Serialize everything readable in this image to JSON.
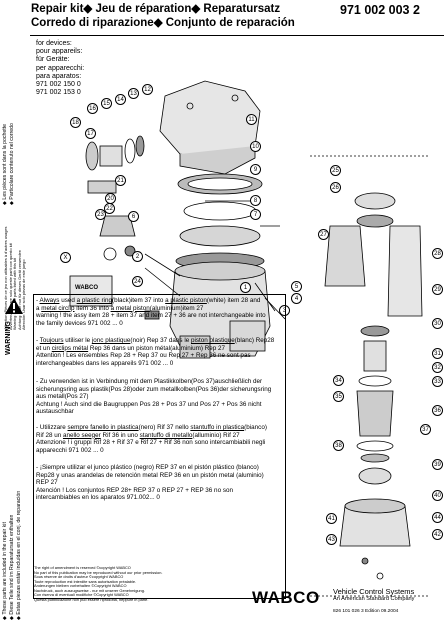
{
  "header": {
    "line1_left": "Repair kit",
    "line1_mid": "Jeu de réparation",
    "line1_right": "Reparatursatz",
    "line2_left": "Corredo di riparazione",
    "line2_right": "Conjunto de reparación",
    "diamond": "◆",
    "part_number": "971 002 003 2"
  },
  "devices": {
    "lines": [
      "for devices:",
      "pour appareils:",
      "für Geräte:",
      "per apparecchi:",
      "para aparatos:"
    ],
    "numbers": [
      "971 002 150 0",
      "971 002 153 0"
    ]
  },
  "side_top": [
    "◆ Les pièces sont dans la pochette",
    "◆ Particolare contenuto nel corredo"
  ],
  "side_bottom": [
    "◆ These parts are included in the repair kit",
    "◆ Diese Teile sind im Reparatursatz enthalten",
    "◆ Estas piezas están incluídas en el conj. de reparación"
  ],
  "side_mid": [
    "Attention: Pièces de ce jeu non utilisables à d'autres usages",
    "Avvertenza: Usare solo queste parti con questo kit",
    "Warning: Only use parts listed with this kit",
    "Achtung: Teile nur für dieses Gerät verwenden",
    "Atención: Usar solo piezas de este juego"
  ],
  "warning_label": "WARNING",
  "grease_label": "WABCO",
  "callouts": [
    "1",
    "2",
    "3",
    "4",
    "5",
    "6",
    "7",
    "8",
    "9",
    "10",
    "11",
    "12",
    "13",
    "14",
    "15",
    "16",
    "17",
    "18",
    "19",
    "20",
    "21",
    "22",
    "23",
    "24",
    "25",
    "26",
    "27",
    "28",
    "29",
    "30",
    "31",
    "32",
    "33",
    "34",
    "35",
    "36",
    "37",
    "38",
    "39",
    "40",
    "41",
    "42",
    "43",
    "44",
    "X"
  ],
  "notes": {
    "en": {
      "p1a": "- ",
      "u1": "Always",
      "p1b": " used ",
      "u2": "a plastic ring",
      "p1c": "(black)item 37 into ",
      "u3": "a plastic piston",
      "p1d": "(white) item 28 and",
      "p2a": "a ",
      "u4": "metal circlip",
      "p2b": " item 36 into ",
      "u5": "a metal piston",
      "p2c": "(aluminium)item 27",
      "p3": "warning ! the assy item 28 + item 37 and item 27 + 36 are not interchangeable into",
      "p4": "the family devices 971 002 ... 0"
    },
    "fr": {
      "p1a": "- ",
      "u1": "Toujours",
      "p1b": " utiliser le ",
      "u2": "jonc plastique",
      "p1c": "(noir) Rep 37 dans le ",
      "u3": "piston plastique",
      "p1d": "(blanc) Rep28",
      "p2a": "et un ",
      "u4": "circlips métal",
      "p2b": " Rep 36 dans un piston métal(aluminium) Rep 27",
      "p3": "Attention ! Les ensembles Rep 28 + Rep 37 ou Rep 27 + Rep 36 ne sont pas",
      "p4": "interchangeables dans les appareils 971 002 ... 0"
    },
    "de": {
      "p1": "- Zu verwenden ist in Verbindung mit dem Plastikkolben(Pos 37)auschließlich der",
      "p2": "sicherungsring aus plastik(Pos 28)oder zum metallkolben(Pos 36)der sicherungsring",
      "p3": "aus metall(Pos 27)",
      "p4": "Achtung ! Auch sind die Baugruppen Pos 28 + Pos 37 und Pos 27 + Pos 36 nicht",
      "p5": "austauschbar"
    },
    "it": {
      "p1a": "- Utilizzare ",
      "u1": "sempre fanello in plastica",
      "p1b": "(nero) Rif 37 nello ",
      "u2": "stantuffo in plastica",
      "p1c": "(bianco)",
      "p2a": "Rif 28 un ",
      "u3": "anello seeger",
      "p2b": " Rif 36 in uno ",
      "u4": "stantuffo di metallo",
      "p2c": "(alluminio) Rif 27",
      "p3": "Attenzione ! i gruppi Rif 28 + Rif 37 e Rif 27 + Rif 36 non sono intercambiabili negli",
      "p4": "apparecchi 971 002 ... 0"
    },
    "es": {
      "p1": "- ¡Siempre utilizar el junco plástico (negro) REP 37 en el pistón plástico (blanco)",
      "p2": "Rep28 y unas arandelas de retención metal REP 36 en un pistón metal (aluminio)",
      "p3": "REP 27",
      "p4": "Atención ! Los conjuntos REP 28+ REP 37 o REP 27 + REP 36 no son",
      "p5": "intercambiables en los aparatos 971.002... 0"
    }
  },
  "legal": [
    "The right of amendment is reserved ©copyright WABCO",
    "No part of this publication may be reproduced without our prior permission.",
    "Sous réserve de droits d'auteur ©copyright WABCO",
    "Toute reproduction est interdite sans autorisation préalable.",
    "Änderungen bleiben vorbehalten ©Copyright WABCO",
    "Nachdruck, auch auszugsweise - nur mit unserer Genehmigung.",
    "Con riserva di eventuali modifiche ©Copyright WABCO",
    "Questa pubblicazione non può essere riprodotta, neppure in parte."
  ],
  "footer": {
    "brand": "WABCO",
    "line1": "Vehicle Control Systems",
    "line2": "An American Standard Company",
    "edition": "826 101 026 3   Edition 09.2004"
  }
}
